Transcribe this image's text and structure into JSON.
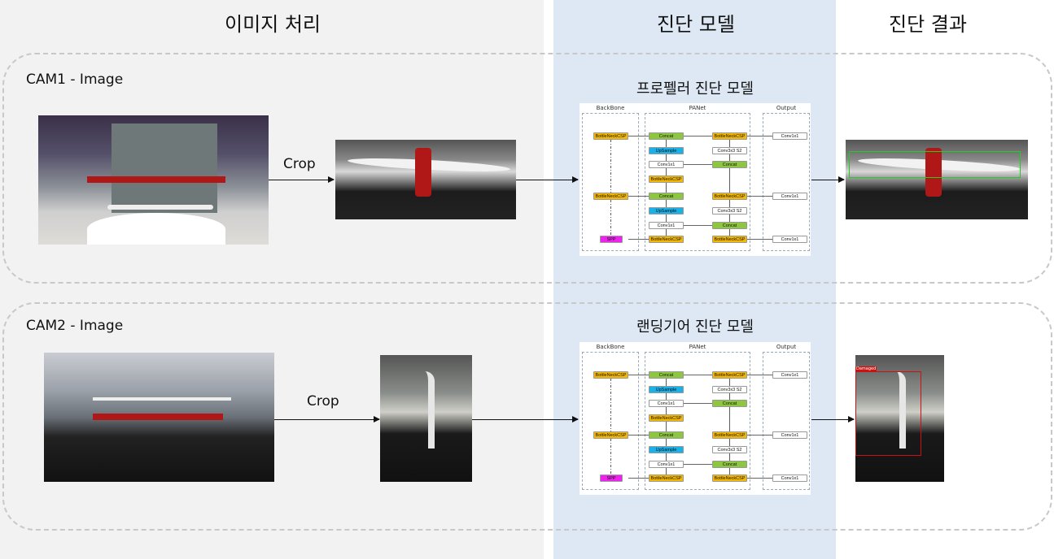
{
  "columns": {
    "processing": "이미지 처리",
    "model": "진단 모델",
    "result": "진단 결과"
  },
  "rows": [
    {
      "cam": "CAM1 - Image",
      "crop": "Crop",
      "model_title": "프로펠러 진단 모델",
      "result_label": ""
    },
    {
      "cam": "CAM2 - Image",
      "crop": "Crop",
      "model_title": "랜딩기어 진단 모델",
      "result_label": "Damaged"
    }
  ],
  "network": {
    "sections": [
      "BackBone",
      "PANet",
      "Output"
    ],
    "nodes": [
      "BottleNeckCSP",
      "BottleNeckCSP",
      "SPP",
      "Concat",
      "UpSample",
      "Conv1x1",
      "BottleNeckCSP",
      "Concat",
      "UpSample",
      "Conv1x1",
      "BottleNeckCSP",
      "BottleNeckCSP",
      "Conv3x3 S2",
      "Concat",
      "BottleNeckCSP",
      "Conv3x3 S2",
      "Concat",
      "BottleNeckCSP",
      "Conv1x1",
      "Conv1x1",
      "Conv1x1"
    ]
  },
  "colors": {
    "csp": "#f5b800",
    "concat": "#8dc63f",
    "upsample": "#1ab0e8",
    "spp": "#ee22ee",
    "conv": "#ffffff",
    "model_bg": "#dde8f4",
    "normal_box": "#22cc22",
    "damaged_box": "#cc1111"
  }
}
